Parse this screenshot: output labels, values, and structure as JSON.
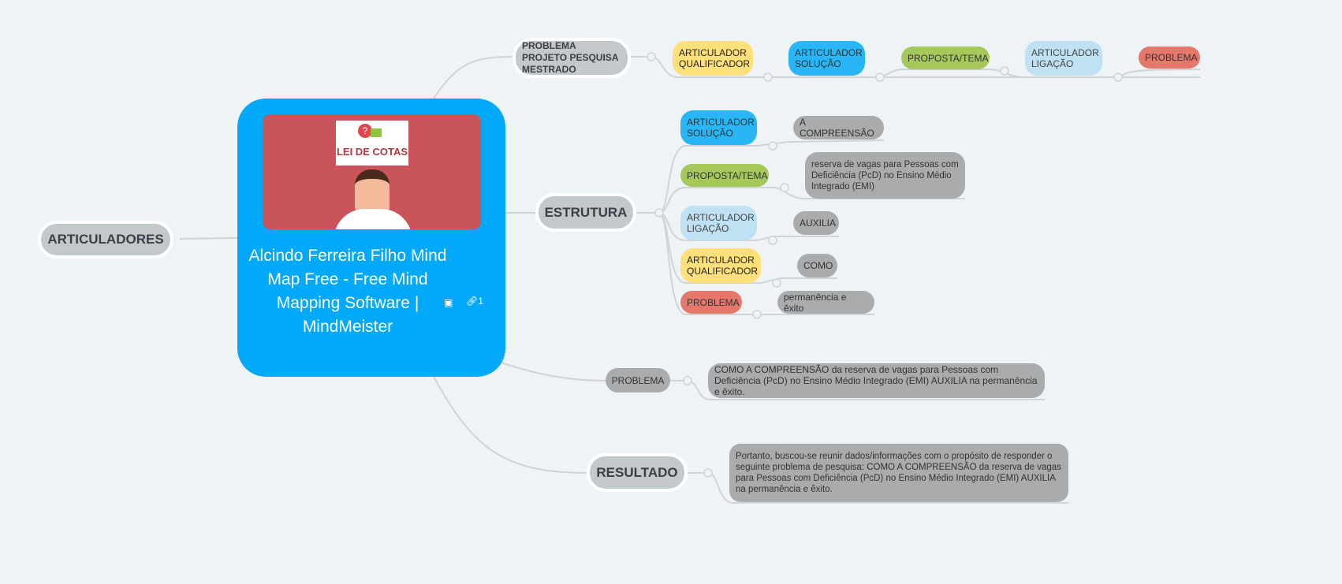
{
  "central": {
    "title": "Alcindo Ferreira Filho Mind Map Free - Free Mind Mapping Software | MindMeister",
    "image_text": "LEI DE COTAS",
    "link_count": "1",
    "icons": [
      "image-icon",
      "link-icon"
    ]
  },
  "left": {
    "label": "ARTICULADORES"
  },
  "problema_projeto": {
    "label": "PROBLEMA PROJETO PESQUISA MESTRADO",
    "chain": [
      "ARTICULADOR QUALIFICADOR",
      "ARTICULADOR SOLUÇÃO",
      "PROPOSTA/TEMA",
      "ARTICULADOR LIGAÇÃO",
      "PROBLEMA"
    ]
  },
  "estrutura": {
    "label": "ESTRUTURA",
    "children": [
      {
        "label": "ARTICULADOR SOLUÇÃO",
        "child": "A COMPREENSÃO"
      },
      {
        "label": "PROPOSTA/TEMA",
        "child": "reserva de vagas para Pessoas com Deficiência (PcD) no Ensino Médio Integrado (EMI)"
      },
      {
        "label": "ARTICULADOR LIGAÇÃO",
        "child": "AUXILIA"
      },
      {
        "label": "ARTICULADOR QUALIFICADOR",
        "child": "COMO"
      },
      {
        "label": "PROBLEMA",
        "child": "permanência e êxito"
      }
    ]
  },
  "problema": {
    "label": "PROBLEMA",
    "child": "COMO A COMPREENSÃO da reserva de vagas para Pessoas com Deficiência (PcD) no Ensino Médio Integrado (EMI) AUXILIA  na permanência e êxito."
  },
  "resultado": {
    "label": "RESULTADO",
    "child": "Portanto, buscou-se reunir dados/informações com o propósito de responder o seguinte problema de pesquisa: COMO A COMPREENSÃO da reserva de vagas para Pessoas com Deficiência (PcD) no Ensino Médio Integrado (EMI) AUXILIA na permanência e êxito."
  }
}
